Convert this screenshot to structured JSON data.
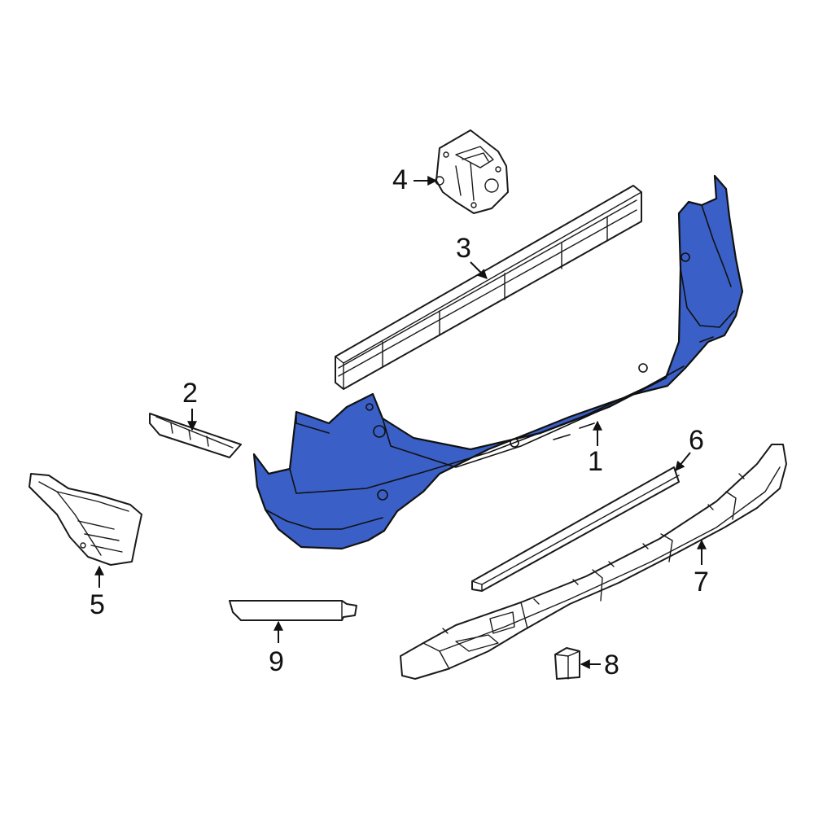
{
  "colors": {
    "highlight": "#3a5fc6",
    "outline": "#111111",
    "background": "#ffffff"
  },
  "callouts": [
    {
      "id": "1",
      "label": "1"
    },
    {
      "id": "2",
      "label": "2"
    },
    {
      "id": "3",
      "label": "3"
    },
    {
      "id": "4",
      "label": "4"
    },
    {
      "id": "5",
      "label": "5"
    },
    {
      "id": "6",
      "label": "6"
    },
    {
      "id": "7",
      "label": "7"
    },
    {
      "id": "8",
      "label": "8"
    },
    {
      "id": "9",
      "label": "9"
    }
  ]
}
